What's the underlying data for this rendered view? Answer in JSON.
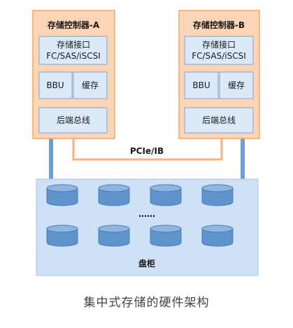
{
  "controller_a": {
    "title": "存储控制器-A",
    "interface_line1": "存储接口",
    "interface_line2": "FC/SAS/iSCSI",
    "bbu": "BBU",
    "cache": "缓存",
    "backend_bus": "后端总线"
  },
  "controller_b": {
    "title": "存储控制器-B",
    "interface_line1": "存储接口",
    "interface_line2": "FC/SAS/iSCSI",
    "bbu": "BBU",
    "cache": "缓存",
    "backend_bus": "后端总线"
  },
  "interconnect_label": "PCIe/IB",
  "enclosure": {
    "label": "盘柜",
    "ellipsis": "……",
    "disk_rows": 2,
    "disks_per_row": 4
  },
  "caption": "集中式存储的硬件架构",
  "colors": {
    "controller_fill": "#fbd5b5",
    "controller_border": "#f0a868",
    "module_fill": "#dbe9f8",
    "module_border": "#7ea6cf",
    "enclosure_fill": "#cfe1f6",
    "link_blue": "#6d9fd1",
    "link_orange": "#f3b37d",
    "disk_fill": "#5f93cc",
    "disk_top": "#8fb6e0"
  }
}
